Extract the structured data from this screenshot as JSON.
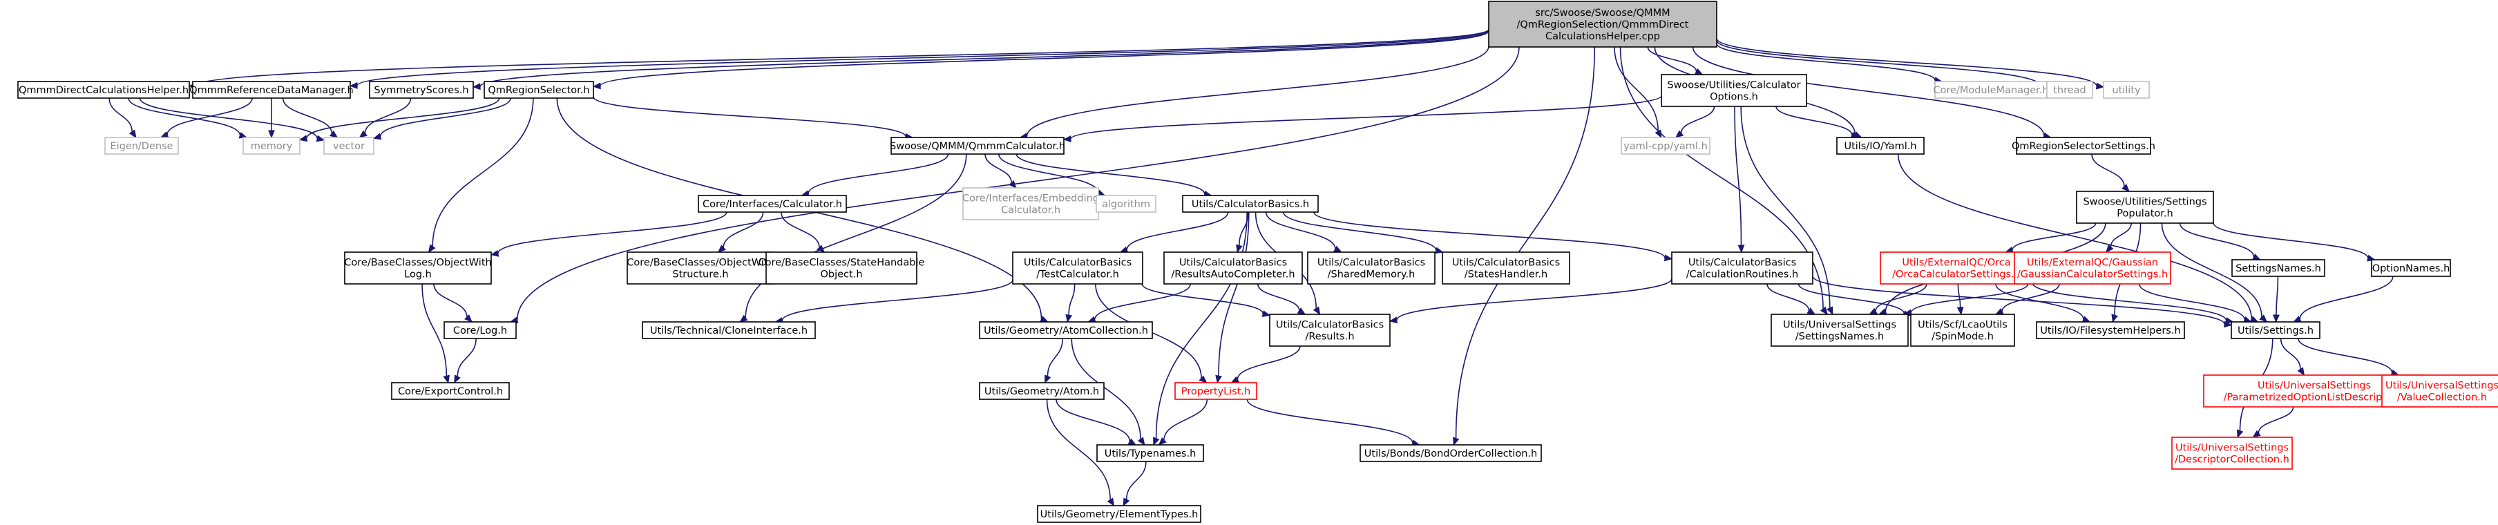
{
  "graph": {
    "root": "src/Swoose/Swoose/QMMM/QmRegionSelection/QmmmDirectCalculationsHelper.cpp",
    "colors": {
      "edge": "#191970",
      "root_fill": "#bfbfbf",
      "external_border": "#bfbfbf",
      "external_text": "#8c8c8c",
      "incomplete": "#ff0000"
    },
    "nodes": [
      {
        "id": "root",
        "lines": [
          "src/Swoose/Swoose/QMMM",
          "/QmRegionSelection/QmmmDirect",
          "CalculationsHelper.cpp"
        ],
        "style": "root"
      },
      {
        "id": "qdch",
        "lines": [
          "QmmmDirectCalculationsHelper.h"
        ],
        "style": "normal"
      },
      {
        "id": "qrdm",
        "lines": [
          "QmmmReferenceDataManager.h"
        ],
        "style": "normal"
      },
      {
        "id": "symm",
        "lines": [
          "SymmetryScores.h"
        ],
        "style": "normal"
      },
      {
        "id": "qmrs",
        "lines": [
          "QmRegionSelector.h"
        ],
        "style": "normal"
      },
      {
        "id": "eigen",
        "lines": [
          "Eigen/Dense"
        ],
        "style": "external"
      },
      {
        "id": "memory",
        "lines": [
          "memory"
        ],
        "style": "external"
      },
      {
        "id": "vector",
        "lines": [
          "vector"
        ],
        "style": "external"
      },
      {
        "id": "qmmmcalc",
        "lines": [
          "Swoose/QMMM/QmmmCalculator.h"
        ],
        "style": "normal"
      },
      {
        "id": "calcopt",
        "lines": [
          "Swoose/Utilities/Calculator",
          "Options.h"
        ],
        "style": "normal"
      },
      {
        "id": "yamlcpp",
        "lines": [
          "yaml-cpp/yaml.h"
        ],
        "style": "external"
      },
      {
        "id": "yaml",
        "lines": [
          "Utils/IO/Yaml.h"
        ],
        "style": "normal"
      },
      {
        "id": "modman",
        "lines": [
          "Core/ModuleManager.h"
        ],
        "style": "external"
      },
      {
        "id": "thread",
        "lines": [
          "thread"
        ],
        "style": "external"
      },
      {
        "id": "utility",
        "lines": [
          "utility"
        ],
        "style": "external"
      },
      {
        "id": "qrss",
        "lines": [
          "QmRegionSelectorSettings.h"
        ],
        "style": "normal"
      },
      {
        "id": "ssp",
        "lines": [
          "Swoose/Utilities/Settings",
          "Populator.h"
        ],
        "style": "normal"
      },
      {
        "id": "corecalc",
        "lines": [
          "Core/Interfaces/Calculator.h"
        ],
        "style": "normal"
      },
      {
        "id": "embcalc",
        "lines": [
          "Core/Interfaces/Embedding",
          "Calculator.h"
        ],
        "style": "external"
      },
      {
        "id": "algorithm",
        "lines": [
          "algorithm"
        ],
        "style": "external"
      },
      {
        "id": "cbasics",
        "lines": [
          "Utils/CalculatorBasics.h"
        ],
        "style": "normal"
      },
      {
        "id": "objlog",
        "lines": [
          "Core/BaseClasses/ObjectWith",
          "Log.h"
        ],
        "style": "normal"
      },
      {
        "id": "objstruct",
        "lines": [
          "Core/BaseClasses/ObjectWith",
          "Structure.h"
        ],
        "style": "normal"
      },
      {
        "id": "statehand",
        "lines": [
          "Core/BaseClasses/StateHandable",
          "Object.h"
        ],
        "style": "normal"
      },
      {
        "id": "testcalc",
        "lines": [
          "Utils/CalculatorBasics",
          "/TestCalculator.h"
        ],
        "style": "normal"
      },
      {
        "id": "rac",
        "lines": [
          "Utils/CalculatorBasics",
          "/ResultsAutoCompleter.h"
        ],
        "style": "normal"
      },
      {
        "id": "shmem",
        "lines": [
          "Utils/CalculatorBasics",
          "/SharedMemory.h"
        ],
        "style": "normal"
      },
      {
        "id": "stateshand",
        "lines": [
          "Utils/CalculatorBasics",
          "/StatesHandler.h"
        ],
        "style": "normal"
      },
      {
        "id": "calcroutines",
        "lines": [
          "Utils/CalculatorBasics",
          "/CalculationRoutines.h"
        ],
        "style": "normal"
      },
      {
        "id": "orca",
        "lines": [
          "Utils/ExternalQC/Orca",
          "/OrcaCalculatorSettings.h"
        ],
        "style": "incomplete"
      },
      {
        "id": "gaussian",
        "lines": [
          "Utils/ExternalQC/Gaussian",
          "/GaussianCalculatorSettings.h"
        ],
        "style": "incomplete"
      },
      {
        "id": "setnames",
        "lines": [
          "SettingsNames.h"
        ],
        "style": "normal"
      },
      {
        "id": "optnames",
        "lines": [
          "OptionNames.h"
        ],
        "style": "normal"
      },
      {
        "id": "corelog",
        "lines": [
          "Core/Log.h"
        ],
        "style": "normal"
      },
      {
        "id": "clone",
        "lines": [
          "Utils/Technical/CloneInterface.h"
        ],
        "style": "normal"
      },
      {
        "id": "atomcoll",
        "lines": [
          "Utils/Geometry/AtomCollection.h"
        ],
        "style": "normal"
      },
      {
        "id": "results",
        "lines": [
          "Utils/CalculatorBasics",
          "/Results.h"
        ],
        "style": "normal"
      },
      {
        "id": "usnames",
        "lines": [
          "Utils/UniversalSettings",
          "/SettingsNames.h"
        ],
        "style": "normal"
      },
      {
        "id": "spinmode",
        "lines": [
          "Utils/Scf/LcaoUtils",
          "/SpinMode.h"
        ],
        "style": "normal"
      },
      {
        "id": "fshelp",
        "lines": [
          "Utils/IO/FilesystemHelpers.h"
        ],
        "style": "normal"
      },
      {
        "id": "settings",
        "lines": [
          "Utils/Settings.h"
        ],
        "style": "normal"
      },
      {
        "id": "exportctrl",
        "lines": [
          "Core/ExportControl.h"
        ],
        "style": "normal"
      },
      {
        "id": "atom",
        "lines": [
          "Utils/Geometry/Atom.h"
        ],
        "style": "normal"
      },
      {
        "id": "proplist",
        "lines": [
          "PropertyList.h"
        ],
        "style": "incomplete"
      },
      {
        "id": "podesc",
        "lines": [
          "Utils/UniversalSettings",
          "/ParametrizedOptionListDescriptor.h"
        ],
        "style": "incomplete"
      },
      {
        "id": "valcoll",
        "lines": [
          "Utils/UniversalSettings",
          "/ValueCollection.h"
        ],
        "style": "incomplete"
      },
      {
        "id": "typenames",
        "lines": [
          "Utils/Typenames.h"
        ],
        "style": "normal"
      },
      {
        "id": "bondorder",
        "lines": [
          "Utils/Bonds/BondOrderCollection.h"
        ],
        "style": "normal"
      },
      {
        "id": "desccoll",
        "lines": [
          "Utils/UniversalSettings",
          "/DescriptorCollection.h"
        ],
        "style": "incomplete"
      },
      {
        "id": "elemtypes",
        "lines": [
          "Utils/Geometry/ElementTypes.h"
        ],
        "style": "normal"
      }
    ],
    "edges": [
      [
        "root",
        "qdch"
      ],
      [
        "root",
        "qrdm"
      ],
      [
        "root",
        "symm"
      ],
      [
        "root",
        "qmrs"
      ],
      [
        "root",
        "qmmmcalc"
      ],
      [
        "root",
        "calcopt"
      ],
      [
        "root",
        "yamlcpp"
      ],
      [
        "root",
        "yaml"
      ],
      [
        "root",
        "modman"
      ],
      [
        "root",
        "thread"
      ],
      [
        "root",
        "utility"
      ],
      [
        "root",
        "qrss"
      ],
      [
        "root",
        "corelog"
      ],
      [
        "root",
        "bondorder"
      ],
      [
        "root",
        "usnames"
      ],
      [
        "qdch",
        "eigen"
      ],
      [
        "qdch",
        "memory"
      ],
      [
        "qdch",
        "vector"
      ],
      [
        "qrdm",
        "eigen"
      ],
      [
        "qrdm",
        "memory"
      ],
      [
        "qrdm",
        "vector"
      ],
      [
        "symm",
        "vector"
      ],
      [
        "qmrs",
        "memory"
      ],
      [
        "qmrs",
        "vector"
      ],
      [
        "qmrs",
        "qmmmcalc"
      ],
      [
        "qmrs",
        "objlog"
      ],
      [
        "qmrs",
        "atomcoll"
      ],
      [
        "qmmmcalc",
        "corecalc"
      ],
      [
        "qmmmcalc",
        "embcalc"
      ],
      [
        "qmmmcalc",
        "algorithm"
      ],
      [
        "qmmmcalc",
        "cbasics"
      ],
      [
        "qmmmcalc",
        "clone"
      ],
      [
        "calcopt",
        "yamlcpp"
      ],
      [
        "calcopt",
        "yaml"
      ],
      [
        "calcopt",
        "qmmmcalc"
      ],
      [
        "calcopt",
        "calcroutines"
      ],
      [
        "calcopt",
        "usnames"
      ],
      [
        "yaml",
        "settings"
      ],
      [
        "qrss",
        "ssp"
      ],
      [
        "ssp",
        "orca"
      ],
      [
        "ssp",
        "gaussian"
      ],
      [
        "ssp",
        "setnames"
      ],
      [
        "ssp",
        "optnames"
      ],
      [
        "ssp",
        "usnames"
      ],
      [
        "ssp",
        "fshelp"
      ],
      [
        "ssp",
        "settings"
      ],
      [
        "corecalc",
        "objlog"
      ],
      [
        "corecalc",
        "objstruct"
      ],
      [
        "corecalc",
        "statehand"
      ],
      [
        "cbasics",
        "testcalc"
      ],
      [
        "cbasics",
        "rac"
      ],
      [
        "cbasics",
        "shmem"
      ],
      [
        "cbasics",
        "stateshand"
      ],
      [
        "cbasics",
        "calcroutines"
      ],
      [
        "cbasics",
        "results"
      ],
      [
        "cbasics",
        "proplist"
      ],
      [
        "cbasics",
        "typenames"
      ],
      [
        "testcalc",
        "clone"
      ],
      [
        "testcalc",
        "atomcoll"
      ],
      [
        "testcalc",
        "results"
      ],
      [
        "testcalc",
        "proplist"
      ],
      [
        "rac",
        "results"
      ],
      [
        "rac",
        "atomcoll"
      ],
      [
        "calcroutines",
        "results"
      ],
      [
        "calcroutines",
        "usnames"
      ],
      [
        "calcroutines",
        "settings"
      ],
      [
        "calcroutines",
        "spinmode"
      ],
      [
        "orca",
        "usnames"
      ],
      [
        "orca",
        "spinmode"
      ],
      [
        "orca",
        "settings"
      ],
      [
        "orca",
        "fshelp"
      ],
      [
        "gaussian",
        "usnames"
      ],
      [
        "gaussian",
        "spinmode"
      ],
      [
        "gaussian",
        "settings"
      ],
      [
        "setnames",
        "settings"
      ],
      [
        "optnames",
        "settings"
      ],
      [
        "objlog",
        "corelog"
      ],
      [
        "objlog",
        "exportctrl"
      ],
      [
        "corelog",
        "exportctrl"
      ],
      [
        "atomcoll",
        "atom"
      ],
      [
        "atomcoll",
        "typenames"
      ],
      [
        "atom",
        "typenames"
      ],
      [
        "atom",
        "elemtypes"
      ],
      [
        "results",
        "proplist"
      ],
      [
        "proplist",
        "typenames"
      ],
      [
        "proplist",
        "bondorder"
      ],
      [
        "typenames",
        "elemtypes"
      ],
      [
        "settings",
        "podesc"
      ],
      [
        "settings",
        "valcoll"
      ],
      [
        "settings",
        "desccoll"
      ],
      [
        "podesc",
        "desccoll"
      ]
    ]
  }
}
